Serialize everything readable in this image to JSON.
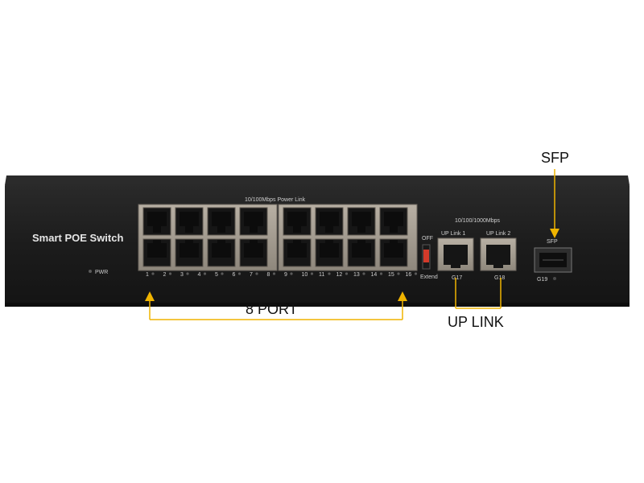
{
  "device": {
    "brand_label": "Smart POE Switch",
    "pwr_label": "PWR",
    "poe_ports_label": "10/100Mbps Power Link",
    "uplink_speed_label": "10/100/1000Mbps",
    "uplink1_label": "UP Link 1",
    "uplink2_label": "UP Link 2",
    "uplink1_num": "G17",
    "uplink2_num": "G18",
    "sfp_panel_label": "SFP",
    "sfp_num": "G19",
    "switch_off_label": "OFF",
    "switch_extend_label": "Extend",
    "port_numbers": [
      "1",
      "2",
      "3",
      "4",
      "5",
      "6",
      "7",
      "8",
      "9",
      "10",
      "11",
      "12",
      "13",
      "14",
      "15",
      "16"
    ]
  },
  "annotations": {
    "sfp": "SFP",
    "ports": "8 PORT",
    "uplink": "UP LINK"
  },
  "colors": {
    "chassis": "#1e1e1e",
    "arrow": "#f0b400",
    "port_cage": "#a09888"
  }
}
